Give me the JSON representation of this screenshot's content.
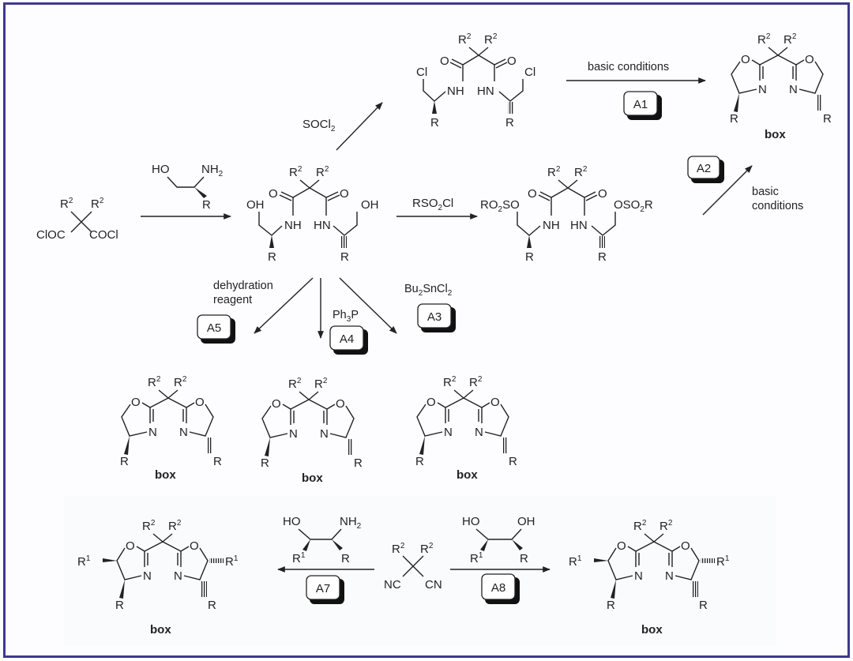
{
  "diagram": {
    "title": "Synthesis routes to bis(oxazoline) (box) ligands",
    "colors": {
      "frame": "#3d3a8f",
      "ink": "#222222",
      "background": "#fdfcff"
    },
    "atoms": {
      "R": "R",
      "R1": "R",
      "R1_sup": "1",
      "R2": "R",
      "R2_sup": "2",
      "O": "O",
      "N": "N",
      "NH": "NH",
      "HN": "HN",
      "OH": "OH",
      "HO": "HO",
      "Cl": "Cl",
      "ClOC": "ClOC",
      "COCl": "COCl",
      "NC": "NC",
      "CN": "CN",
      "NH2": "NH",
      "NH2_sub": "2",
      "RO2SO_a": "RO",
      "RO2SO_sub": "2",
      "RO2SO_b": "SO",
      "OSO2R_a": "OSO",
      "OSO2R_sub": "2",
      "OSO2R_b": "R"
    },
    "product_label": "box",
    "reagents": {
      "socl2_main": "SOCl",
      "socl2_sub": "2",
      "basic_conditions": "basic conditions",
      "basic": "basic",
      "conditions": "conditions",
      "rso2cl_a": "RSO",
      "rso2cl_sub": "2",
      "rso2cl_b": "Cl",
      "dehydration_1": "dehydration",
      "dehydration_2": "reagent",
      "ph3p_a": "Ph",
      "ph3p_sub": "3",
      "ph3p_b": "P",
      "bu2sncl2_a": "Bu",
      "bu2sncl2_sub1": "2",
      "bu2sncl2_b": "SnCl",
      "bu2sncl2_sub2": "2"
    },
    "route_badges": [
      "A1",
      "A2",
      "A3",
      "A4",
      "A5",
      "A7",
      "A8"
    ]
  }
}
